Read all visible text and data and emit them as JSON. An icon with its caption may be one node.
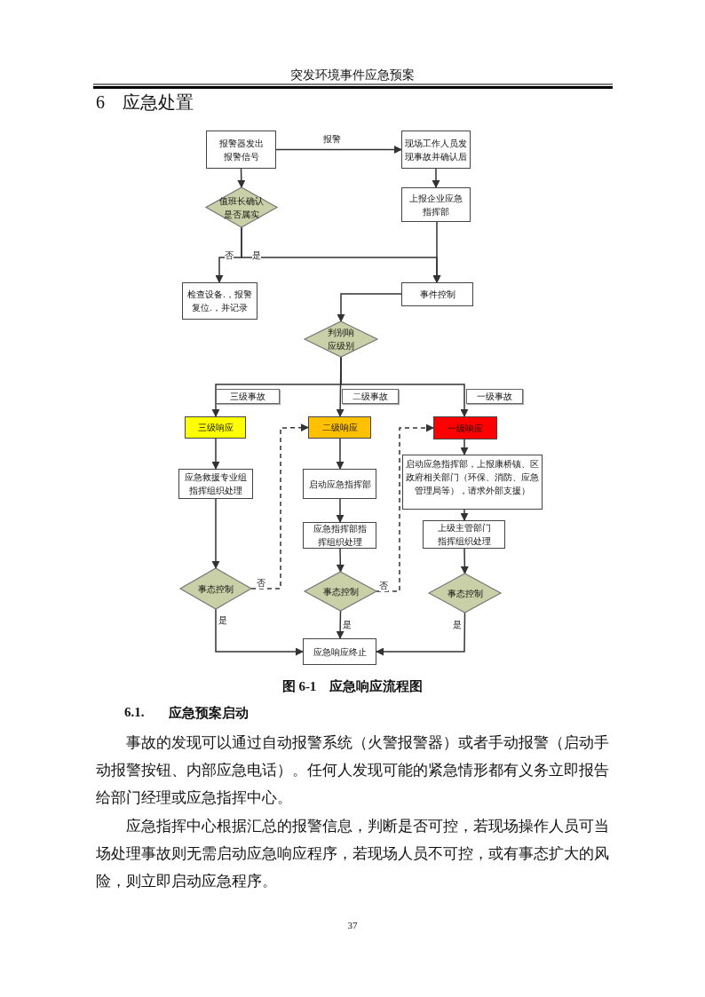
{
  "diagram": {
    "title": "6　应急处置",
    "caption": "图 6-1　应急响应流程图",
    "nodes": [
      {
        "text": [
          "报警器发出报警信号"
        ]
      },
      {
        "text": [
          "现场工作人员发现事故并确认后"
        ]
      },
      {
        "text": [
          "值班长确认是否属实"
        ]
      },
      {
        "text": [
          "上报企业应急指挥部"
        ]
      },
      {
        "text": [
          "检查设备.，报警复位.，并记录"
        ]
      },
      {
        "text": [
          "事件控制"
        ]
      },
      {
        "text": [
          "判别响应级别"
        ]
      },
      {
        "text": [
          "三级响应"
        ]
      },
      {
        "text": [
          "二级响应"
        ]
      },
      {
        "text": [
          "一级响应"
        ]
      },
      {
        "text": [
          "应急救援专业组指挥组织处理"
        ]
      },
      {
        "text": [
          "启动应急指挥部"
        ]
      },
      {
        "text": [
          "启动应急指挥部，上报康桥镇、区政府相关部门（环保、消防、应急管理局等），请求外部支援）"
        ]
      },
      {
        "text": [
          "应急指挥部指挥组织处理"
        ]
      },
      {
        "text": [
          "上级主管部门指挥组织处理"
        ]
      },
      {
        "text": [
          "事态控制"
        ]
      },
      {
        "text": [
          "事态控制"
        ]
      },
      {
        "text": [
          "事态控制"
        ]
      },
      {
        "text": [
          "应急响应终止"
        ]
      }
    ],
    "edges": [
      {
        "from": 0,
        "to": 1,
        "arrow": "to",
        "label": "报警"
      },
      {
        "from": 0,
        "to": 2,
        "arrow": "to"
      },
      {
        "from": 1,
        "to": 3,
        "arrow": "to"
      },
      {
        "from": 2,
        "to": 4,
        "arrow": "to",
        "label": "否"
      },
      {
        "from": 2,
        "to": 5,
        "arrow": "to",
        "label": "是"
      },
      {
        "from": 3,
        "to": 5,
        "arrow": "to"
      },
      {
        "from": 5,
        "to": 6,
        "arrow": "to"
      },
      {
        "from": 6,
        "to": 7,
        "arrow": "to",
        "label": "三级事故"
      },
      {
        "from": 6,
        "to": 8,
        "arrow": "to",
        "label": "二级事故"
      },
      {
        "from": 6,
        "to": 9,
        "arrow": "to",
        "label": "一级事故"
      },
      {
        "from": 7,
        "to": 10,
        "arrow": "to"
      },
      {
        "from": 10,
        "to": 15,
        "arrow": "to"
      },
      {
        "from": 15,
        "to": 18,
        "arrow": "to",
        "label": "是"
      },
      {
        "from": 15,
        "to": 8,
        "arrow": "to",
        "label": "否",
        "style": "dashed"
      },
      {
        "from": 8,
        "to": 11,
        "arrow": "to"
      },
      {
        "from": 11,
        "to": 13,
        "arrow": "to"
      },
      {
        "from": 13,
        "to": 16,
        "arrow": "to"
      },
      {
        "from": 16,
        "to": 18,
        "arrow": "to",
        "label": "是"
      },
      {
        "from": 16,
        "to": 9,
        "arrow": "to",
        "label": "否",
        "style": "dashed"
      },
      {
        "from": 9,
        "to": 12,
        "arrow": "to"
      },
      {
        "from": 12,
        "to": 14,
        "arrow": "to"
      },
      {
        "from": 14,
        "to": 17,
        "arrow": "to"
      },
      {
        "from": 17,
        "to": 18,
        "arrow": "to",
        "label": "是"
      }
    ],
    "labels": [
      "突发环境事件应急预案",
      "6.1.",
      "应急预案启动",
      "事故的发现可以通过自动报警系统（火警报警器）或者手动报警（启动手动报警按钮、内部应急电话）。任何人发现可能的紧急情形都有义务立即报告给部门经理或应急指挥中心。",
      "应急指挥中心根据汇总的报警信息，判断是否可控，若现场操作人员可当场处理事故则无需启动应急响应程序，若现场人员不可控，或有事态扩大的风险，则立即启动应急程序。",
      "37"
    ]
  }
}
